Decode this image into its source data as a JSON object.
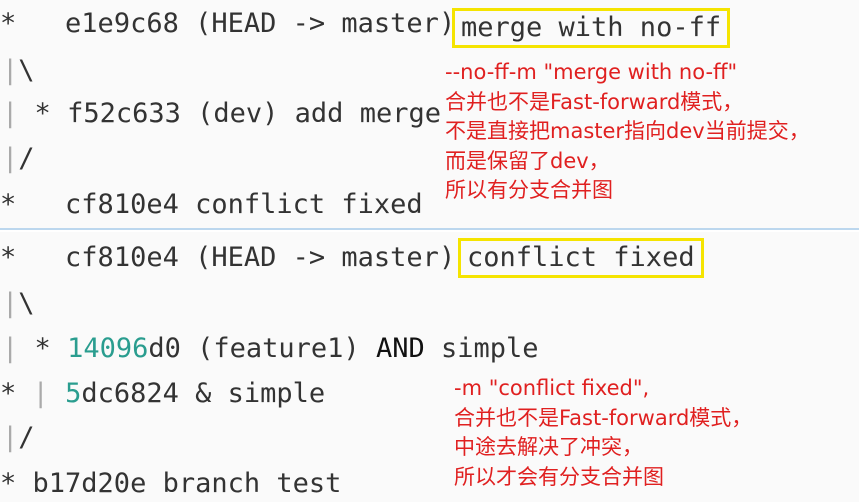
{
  "top_log": {
    "line1": {
      "graph": "*",
      "hash": "e1e9c68",
      "refs": "(HEAD -> master)",
      "message": "merge with no-ff"
    },
    "line2": {
      "graph_a": "|",
      "graph_b": "\\"
    },
    "line3": {
      "graph_a": "|",
      "graph_b": "*",
      "hash": "f52c633",
      "refs": "(dev)",
      "message": "add merge"
    },
    "line4": {
      "graph_a": "|",
      "graph_b": "/"
    },
    "line5": {
      "graph": "*",
      "hash": "cf810e4",
      "message": "conflict fixed"
    }
  },
  "top_annotation": [
    "--no-ff-m \"merge with no-ff\"",
    "合并也不是Fast-forward模式，",
    "不是直接把master指向dev当前提交，",
    "而是保留了dev，",
    "所以有分支合并图"
  ],
  "bottom_log": {
    "line1": {
      "graph": "*",
      "hash": "cf810e4",
      "refs": "(HEAD -> master)",
      "message": "conflict fixed"
    },
    "line2": {
      "graph_a": "|",
      "graph_b": "\\"
    },
    "line3": {
      "graph_a": "|",
      "graph_b": "*",
      "hash_teal": "14096",
      "hash_rest": "d0",
      "refs": "(feature1)",
      "message_a": "AND",
      "message_b": "simple"
    },
    "line4": {
      "graph": "*",
      "pipe": "|",
      "hash_teal": "5",
      "hash_rest": "dc6824",
      "message": "& simple"
    },
    "line5": {
      "graph_a": "|",
      "graph_b": "/"
    },
    "line6": {
      "graph": "*",
      "hash": "b17d20e",
      "message": "branch test"
    }
  },
  "bottom_annotation": [
    "-m \"conflict fixed\",",
    "合并也不是Fast-forward模式，",
    "中途去解决了冲突，",
    "所以才会有分支合并图"
  ],
  "colors": {
    "highlight_box": "#f5e400",
    "annotation_text": "#e02020",
    "hash_teal": "#2a9d8f",
    "divider": "#bcd7ee"
  }
}
